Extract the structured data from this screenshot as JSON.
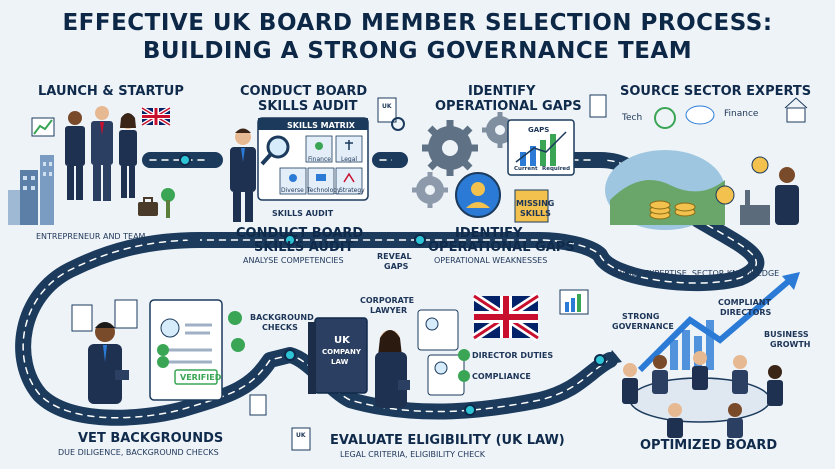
{
  "title": {
    "line1": "EFFECTIVE UK BOARD MEMBER SELECTION PROCESS:",
    "line2": "BUILDING A STRONG GOVERNANCE TEAM"
  },
  "stages": {
    "launch": {
      "label": "LAUNCH & STARTUP",
      "caption": "ENTREPRENEUR AND TEAM"
    },
    "audit": {
      "label_top_1": "CONDUCT BOARD",
      "label_top_2": "SKILLS AUDIT",
      "label_mid_1": "CONDUCT BOARD",
      "label_mid_2": "SKILLS AUDIT",
      "caption": "ANALYSE COMPETENCIES",
      "matrix_title": "SKILLS MATRIX",
      "matrix_items": [
        "Finance",
        "Legal",
        "Diverse",
        "Technology",
        "Strategy"
      ],
      "skills_audit": "SKILLS AUDIT",
      "doc_tag": "UK"
    },
    "gaps": {
      "label_top_1": "IDENTIFY",
      "label_top_2": "OPERATIONAL GAPS",
      "label_mid_1": "IDENTIFY",
      "label_mid_2": "OPERATIONAL GAPS",
      "caption": "OPERATIONAL WEAKNESSES",
      "reveal_1": "REVEAL",
      "reveal_2": "GAPS",
      "chart_title": "GAPS",
      "chart_current": "Current",
      "chart_required": "Required",
      "missing_1": "MISSING",
      "missing_2": "SKILLS"
    },
    "experts": {
      "label": "SOURCE SECTOR EXPERTS",
      "tech": "Tech",
      "finance": "Finance",
      "caption": "TARGET EXPERTISE, SECTOR KNOWLEDGE"
    },
    "vet": {
      "label": "VET BACKGROUNDS",
      "caption": "DUE DILIGENCE, BACKGROUND CHECKS",
      "stamp": "VERIFIED",
      "bg_checks_1": "BACKGROUND",
      "bg_checks_2": "CHECKS"
    },
    "eligibility": {
      "label": "EVALUATE ELIGIBILITY (UK LAW)",
      "caption": "LEGAL CRITERIA, ELIGIBILITY CHECK",
      "lawyer_1": "CORPORATE",
      "lawyer_2": "LAWYER",
      "book_1": "UK",
      "book_2": "COMPANY",
      "book_3": "LAW",
      "duties": "DIRECTOR DUTIES",
      "compliance": "COMPLIANCE",
      "doc_tag": "UK"
    },
    "board": {
      "label": "OPTIMIZED BOARD",
      "strong_1": "STRONG",
      "strong_2": "GOVERNANCE",
      "compliant_1": "COMPLIANT",
      "compliant_2": "DIRECTORS",
      "growth_1": "BUSINESS",
      "growth_2": "GROWTH"
    }
  },
  "colors": {
    "road": "#1b3a5c",
    "road_dash": "#ffffff",
    "node": "#2ec4d6",
    "suit": "#1f3150",
    "accent_green": "#3aa655",
    "accent_blue": "#2b7bd6",
    "uk_red": "#c8102e",
    "uk_blue": "#012169"
  }
}
